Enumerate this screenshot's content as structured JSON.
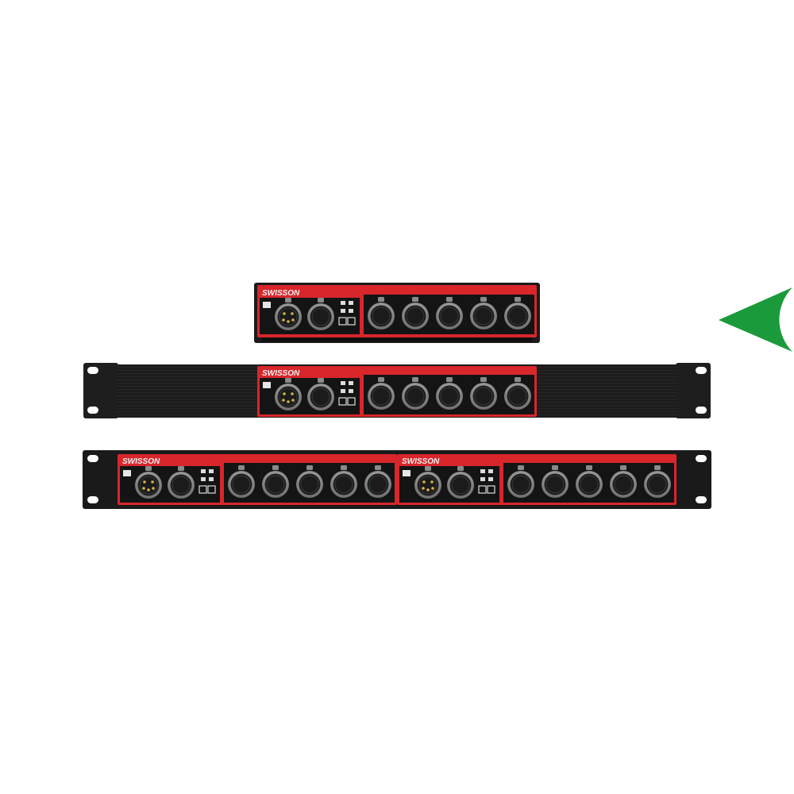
{
  "brand": {
    "name": "SWISSON"
  },
  "devices": [
    {
      "name": "desktop-unit",
      "mounting": "desktop",
      "modules": 1
    },
    {
      "name": "rack-unit-single",
      "mounting": "rack-19in",
      "modules": 1
    },
    {
      "name": "rack-unit-dual",
      "mounting": "rack-19in",
      "modules": 2
    }
  ],
  "module": {
    "output_ports": 5,
    "input_connector": "xlr-male",
    "output_connector": "xlr-female"
  },
  "colors": {
    "chassis": "#1a1a1a",
    "faceplate_red": "#d8262b",
    "panel": "#141414",
    "connector_ring": "#9a9a9a",
    "arrow": "#1a9a3a"
  },
  "indicator": {
    "icon": "arrow-left-icon"
  }
}
